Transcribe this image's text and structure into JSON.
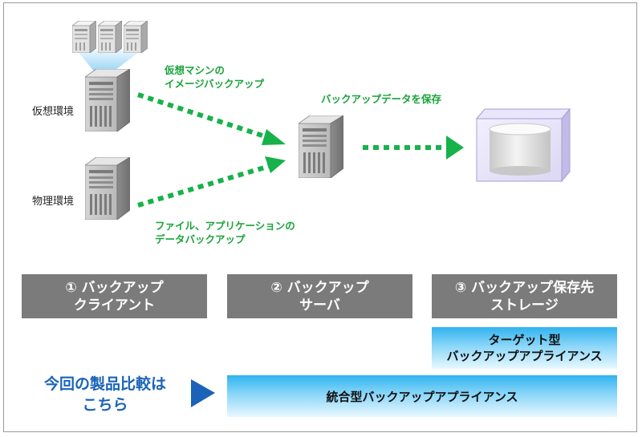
{
  "environments": {
    "virtual": "仮想環境",
    "physical": "物理環境"
  },
  "arrows": {
    "virtual_label_line1": "仮想マシンの",
    "virtual_label_line2": "イメージバックアップ",
    "physical_label_line1": "ファイル、アプリケーションの",
    "physical_label_line2": "データバックアップ",
    "storage_label": "バックアップデータを保存"
  },
  "boxes": {
    "client_line1": "① バックアップ",
    "client_line2": "クライアント",
    "server_line1": "② バックアップ",
    "server_line2": "サーバ",
    "storage_line1": "③ バックアップ保存先",
    "storage_line2": "ストレージ"
  },
  "appliances": {
    "target_line1": "ターゲット型",
    "target_line2": "バックアップアプライアンス",
    "integrated": "統合型バックアップアプライアンス"
  },
  "comparison": {
    "line1": "今回の製品比較は",
    "line2": "こちら"
  },
  "colors": {
    "arrow_green": "#17b24a",
    "label_green": "#1aa33a",
    "box_gray": "#7b7b7b",
    "callout_blue": "#1a63b8"
  }
}
